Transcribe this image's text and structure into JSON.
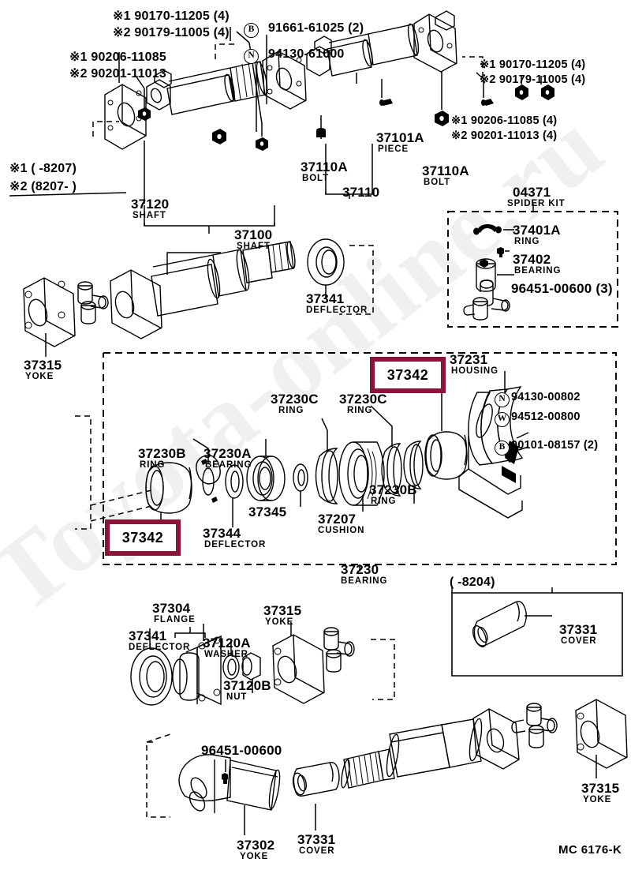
{
  "document": {
    "type": "toyota-parts-catalog-illustration",
    "drawing_code": "MC 6176-K",
    "watermark": "Toyota-online.ru",
    "highlight_color": "#8B1538"
  },
  "applicability_notes": {
    "note1": "※1 (        -8207)",
    "note2": "※2 (8207-        )"
  },
  "section_top": {
    "labels": [
      {
        "id": "t1",
        "line1": "※1 90170-11205  (4)",
        "line2": "※2 90179-11005  (4)"
      },
      {
        "id": "t2",
        "line1": "※1 90206-11085",
        "line2": "※2 90201-11013"
      },
      {
        "id": "t3",
        "code": "91661-61025 (2)",
        "marker": "B"
      },
      {
        "id": "t4",
        "code": "94130-61000",
        "marker": "N"
      },
      {
        "id": "t5",
        "line1": "※1 90170-11205  (4)",
        "line2": "※2 90179-11005  (4)"
      },
      {
        "id": "t6",
        "line1": "※1 90206-11085  (4)",
        "line2": "※2 90201-11013  (4)"
      }
    ],
    "parts": [
      {
        "number": "37120",
        "name": "SHAFT"
      },
      {
        "number": "37100",
        "name": "SHAFT"
      },
      {
        "number": "37110",
        "name": ""
      },
      {
        "number": "37110A",
        "name": "BOLT"
      },
      {
        "number": "37110A",
        "name": "BOLT"
      },
      {
        "number": "37101A",
        "name": "PIECE"
      }
    ]
  },
  "section_spider_kit": {
    "kit_number": "04371",
    "kit_name": "SPIDER KIT",
    "parts": [
      {
        "number": "37401A",
        "name": "RING"
      },
      {
        "number": "37402",
        "name": "BEARING"
      },
      {
        "number": "96451-00600  (3)",
        "name": ""
      }
    ]
  },
  "section_second": {
    "parts": [
      {
        "number": "37315",
        "name": "YOKE"
      },
      {
        "number": "37100",
        "name": "SHAFT"
      },
      {
        "number": "37341",
        "name": "DEFLECTOR"
      }
    ]
  },
  "section_center_bearing": {
    "assembly_number": "37230",
    "assembly_name": "BEARING",
    "parts": [
      {
        "number": "37342",
        "name": "",
        "highlighted": true
      },
      {
        "number": "37230B",
        "name": "RING"
      },
      {
        "number": "37230A",
        "name": "BEARING"
      },
      {
        "number": "37344",
        "name": "DEFLECTOR"
      },
      {
        "number": "37345",
        "name": ""
      },
      {
        "number": "37230C",
        "name": "RING"
      },
      {
        "number": "37207",
        "name": "CUSHION"
      },
      {
        "number": "37230C",
        "name": "RING"
      },
      {
        "number": "37230B",
        "name": "RING"
      },
      {
        "number": "37342",
        "name": "DEFLECTOR",
        "highlighted": true
      },
      {
        "number": "37231",
        "name": "HOUSING"
      }
    ],
    "hardware": [
      {
        "marker": "N",
        "code": "94130-00802"
      },
      {
        "marker": "W",
        "code": "94512-00800"
      },
      {
        "marker": "B",
        "code": "90101-08157 (2)"
      }
    ]
  },
  "section_flange": {
    "parts": [
      {
        "number": "37341",
        "name": "DEFLECTOR"
      },
      {
        "number": "37304",
        "name": "FLANGE"
      },
      {
        "number": "37120A",
        "name": "WASHER"
      },
      {
        "number": "37120B",
        "name": "NUT"
      },
      {
        "number": "37315",
        "name": "YOKE"
      }
    ]
  },
  "section_cover_8204": {
    "applicability": "(        -8204)",
    "parts": [
      {
        "number": "37331",
        "name": "COVER"
      }
    ]
  },
  "section_bottom": {
    "parts": [
      {
        "number": "96451-00600",
        "name": ""
      },
      {
        "number": "37302",
        "name": "YOKE"
      },
      {
        "number": "37331",
        "name": "COVER"
      },
      {
        "number": "37315",
        "name": "YOKE"
      }
    ]
  }
}
